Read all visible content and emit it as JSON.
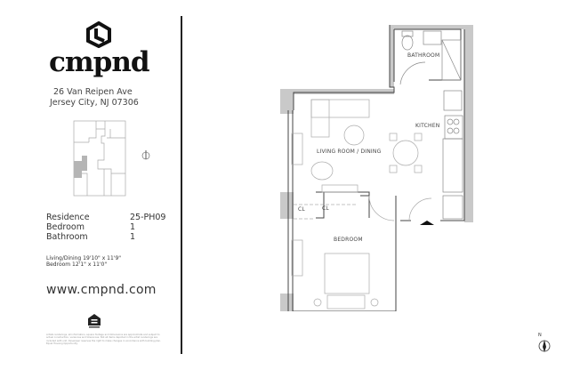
{
  "brand": {
    "name": "cmpnd",
    "logo_icon": "hexagon-clock-icon"
  },
  "address": {
    "line1": "26 Van Reipen Ave",
    "line2": "Jersey City, NJ 07306"
  },
  "specs": [
    {
      "label": "Residence",
      "value": "25-PH09"
    },
    {
      "label": "Bedroom",
      "value": "1"
    },
    {
      "label": "Bathroom",
      "value": "1"
    }
  ],
  "dimensions": [
    "Living/Dining 19'10\" x 11'9\"",
    "Bedroom 12'1\" x 11'0\""
  ],
  "website": "www.cmpnd.com",
  "equal_housing_icon": "equal-housing-opportunity-icon",
  "disclaimer": "Artists renderings, all information, square footage and dimensions are approximate and subject to actual construction, variances and tolerances. Not all items depicted in the artist renderings are included with unit. Developer reserves the right to make changes in accordance with building plan. Equal Housing Opportunity.",
  "floorplan": {
    "rooms": {
      "bathroom": "BATHROOM",
      "kitchen": "KITCHEN",
      "living": "LIVING ROOM / DINING",
      "bedroom": "BEDROOM",
      "closet1": "CL",
      "closet2": "CL"
    },
    "compass_label": "N",
    "highlight_color": "#b5b5b5",
    "wall_color": "#c9c9c9"
  }
}
